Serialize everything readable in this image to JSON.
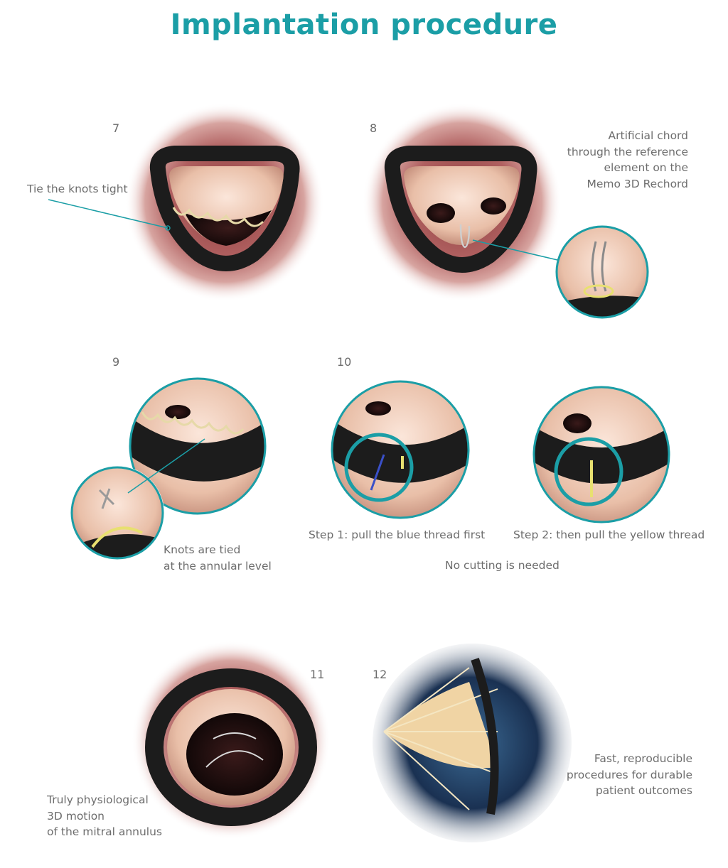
{
  "title": "Implantation procedure",
  "steps": {
    "s7": {
      "num": "7",
      "caption": "Tie the knots tight"
    },
    "s8": {
      "num": "8",
      "caption": "Artificial chord\nthrough the reference\nelement on the\nMemo 3D Rechord"
    },
    "s9": {
      "num": "9",
      "caption": "Knots are tied\nat the annular level"
    },
    "s10": {
      "num": "10",
      "caption_step1": "Step 1: pull the blue thread first",
      "caption_step2": "Step 2: then pull the yellow thread",
      "caption_note": "No cutting is needed"
    },
    "s11": {
      "num": "11",
      "caption": "Truly physiological\n3D motion\nof the mitral annulus"
    },
    "s12": {
      "num": "12",
      "caption": "Fast, reproducible\nprocedures for durable\npatient outcomes"
    }
  },
  "colors": {
    "accent": "#1b9ea6",
    "tissue": "#b96a6a",
    "ring": "#1c1c1c",
    "leaflet": "#f1d2c0",
    "thread_yellow": "#e8e070",
    "thread_blue": "#3a50c8"
  }
}
